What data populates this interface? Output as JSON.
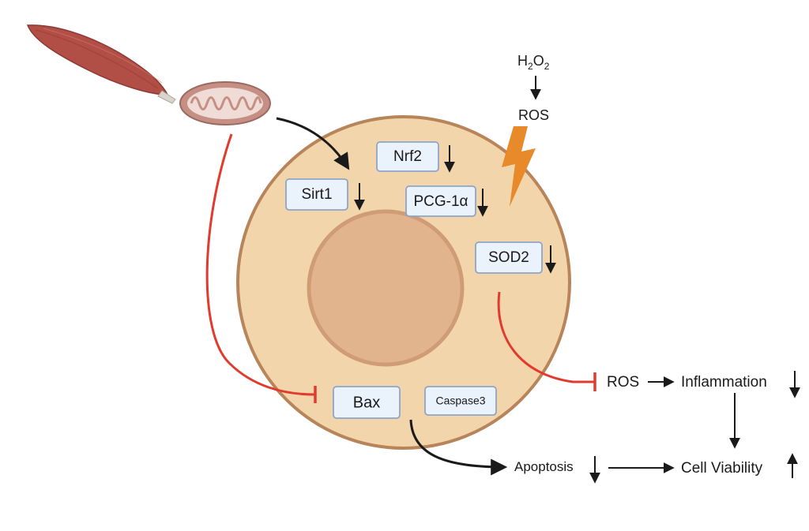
{
  "proteins": {
    "sirt1": "Sirt1",
    "nrf2": "Nrf2",
    "pgc1a": "PCG-1α",
    "sod2": "SOD2",
    "bax": "Bax",
    "caspase3": "Caspase3"
  },
  "stimulus": {
    "h2o2_main": "H",
    "h2o2_sub1": "2",
    "h2o2_mid": "O",
    "h2o2_sub2": "2",
    "ros_top": "ROS"
  },
  "outcomes": {
    "ros": "ROS",
    "inflammation": "Inflammation",
    "apoptosis": "Apoptosis",
    "cell_viability": "Cell Viability"
  },
  "colors": {
    "cell_fill": "#f3d5ab",
    "cell_stroke": "#b8845a",
    "nucleus_fill": "#e2b48e",
    "nucleus_stroke": "#cf9c76",
    "inhibit_red": "#e23b2e",
    "arrow_black": "#1a1a1a",
    "lightning": "#e8892a",
    "muscle": "#b14e46",
    "mito_outer": "#c68f84"
  }
}
